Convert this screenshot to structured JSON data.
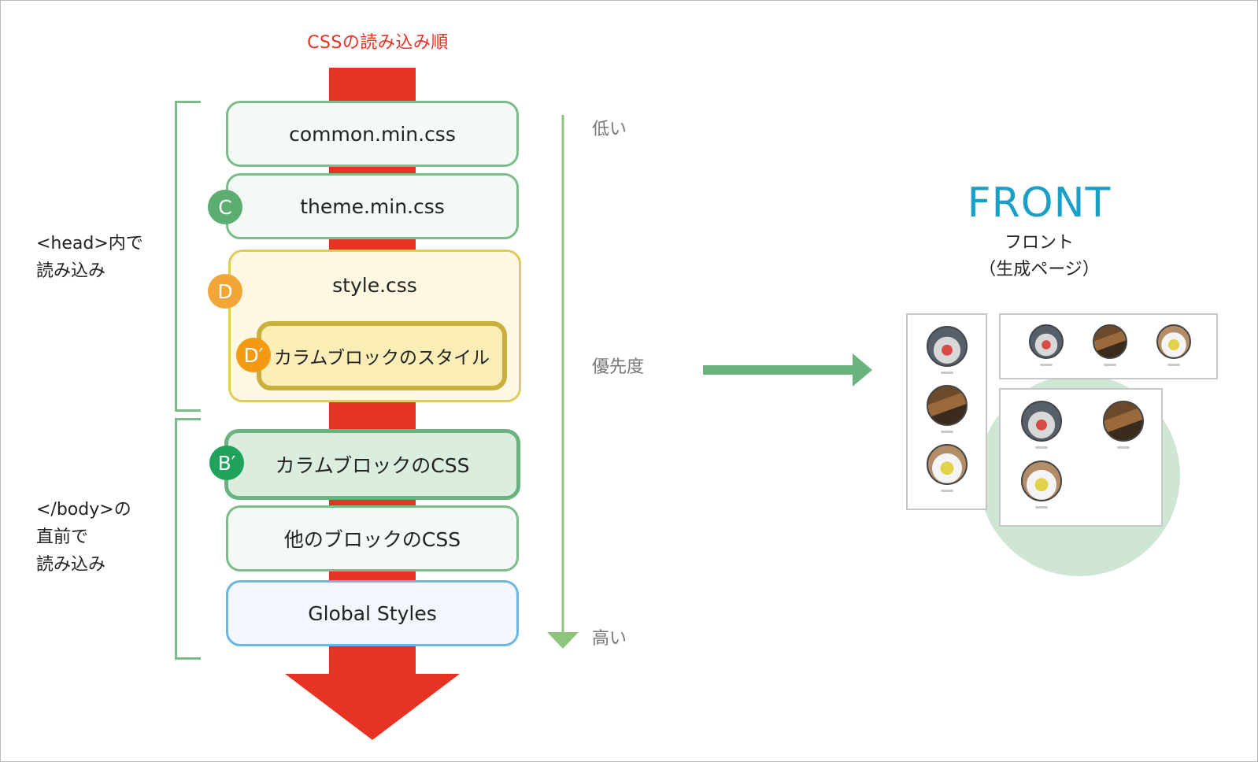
{
  "diagram_title": "CSSの読み込み順",
  "groups": {
    "head": {
      "line1": "<head>内で",
      "line2": "読み込み"
    },
    "body": {
      "line1": "</body>の",
      "line2": "直前で",
      "line3": "読み込み"
    }
  },
  "boxes": {
    "common": "common.min.css",
    "theme": "theme.min.css",
    "style": "style.css",
    "column_style": "カラムブロックのスタイル",
    "column_css": "カラムブロックのCSS",
    "other_css": "他のブロックのCSS",
    "global_styles": "Global Styles"
  },
  "badges": {
    "c": {
      "label": "C",
      "color": "#5cad72"
    },
    "d": {
      "label": "D",
      "color": "#f2a637"
    },
    "d_prime": {
      "label": "D′",
      "color": "#f39a12"
    },
    "b_prime": {
      "label": "B′",
      "color": "#1fa25a"
    }
  },
  "priority_scale": {
    "low": "低い",
    "middle": "優先度",
    "high": "高い"
  },
  "front": {
    "title": "FRONT",
    "subtitle": "フロント",
    "note": "（生成ページ）"
  },
  "colors": {
    "red_arrow": "#e63323",
    "green": "#7cbb8a",
    "blue": "#6cb6e2",
    "yellow": "#e2cb5b",
    "front_title": "#1aa0c8"
  }
}
